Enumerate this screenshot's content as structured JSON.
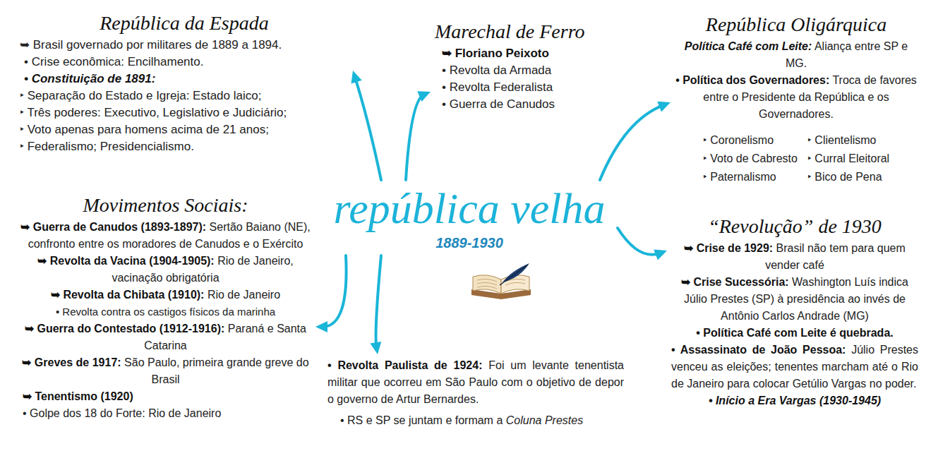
{
  "diagram": {
    "nodes": [
      {
        "text": [
          "República da Espada",
          "➥ Brasil governado por militares de 1889 a 1894.",
          "• Crise econômica: Encilhamento.",
          "• Constituição de 1891:",
          "‣ Separação do Estado e Igreja: Estado laico;",
          "‣ Três poderes: Executivo, Legislativo e Judiciário;",
          "‣ Voto apenas para homens acima de 21 anos;",
          "‣ Federalismo; Presidencialismo."
        ]
      },
      {
        "text": [
          "Marechal de Ferro",
          "➥ Floriano Peixoto",
          "• Revolta da Armada",
          "• Revolta Federalista",
          "• Guerra de Canudos"
        ]
      },
      {
        "text": [
          "República Oligárquica",
          "Política Café com Leite:",
          "Aliança entre SP e MG.",
          "• Política dos Governadores:",
          "Troca de favores entre o Presidente da República e os Governadores.",
          "‣ Coronelismo",
          "‣ Clientelismo",
          "‣ Voto de Cabresto",
          "‣ Curral Eleitoral",
          "‣ Paternalismo",
          "‣ Bico de Pena"
        ]
      },
      {
        "text": [
          "república velha",
          "1889-1930"
        ]
      },
      {
        "text": [
          "“Revolução” de 1930",
          "➥ Crise de 1929:",
          "Brasil não tem para quem vender café",
          "➥ Crise Sucessória:",
          "Washington Luís indica Júlio Prestes (SP) à presidência ao invés de Antônio Carlos Andrade (MG)",
          "• Política Café com Leite é quebrada.",
          "• Assassinato de João Pessoa:",
          "Júlio Prestes venceu as eleições; tenentes marcham até o Rio de Janeiro para colocar Getúlio Vargas no poder.",
          "• Início a Era Vargas (1930-1945)"
        ]
      },
      {
        "text": [
          "Movimentos Sociais:",
          "➥ Guerra de Canudos (1893-1897):",
          "Sertão Baiano (NE), confronto entre os moradores de Canudos e o Exército",
          "➥ Revolta da Vacina (1904-1905):",
          "Rio de Janeiro, vacinação obrigatória",
          "➥ Revolta da Chibata (1910):",
          "Rio de Janeiro",
          "• Revolta contra os castigos físicos da marinha",
          "➥ Guerra do Contestado (1912-1916):",
          "Paraná e Santa Catarina",
          "➥ Greves de 1917:",
          "São Paulo, primeira grande greve do Brasil",
          "➥ Tenentismo (1920)",
          "• Golpe dos 18 do Forte: Rio de Janeiro"
        ]
      },
      {
        "text": [
          "• Revolta Paulista de 1924:",
          "Foi um levante tenentista militar que ocorreu em São Paulo com o objetivo de depor o governo de Artur Bernardes.",
          "• RS e SP se juntam e formam a",
          "Coluna Prestes"
        ]
      }
    ],
    "edges": [
      {
        "from": 3,
        "to": 0,
        "arrow": "to"
      },
      {
        "from": 3,
        "to": 1,
        "arrow": "to"
      },
      {
        "from": 3,
        "to": 2,
        "arrow": "to"
      },
      {
        "from": 3,
        "to": 4,
        "arrow": "to"
      },
      {
        "from": 3,
        "to": 5,
        "arrow": "to"
      },
      {
        "from": 3,
        "to": 6,
        "arrow": "to"
      }
    ]
  }
}
